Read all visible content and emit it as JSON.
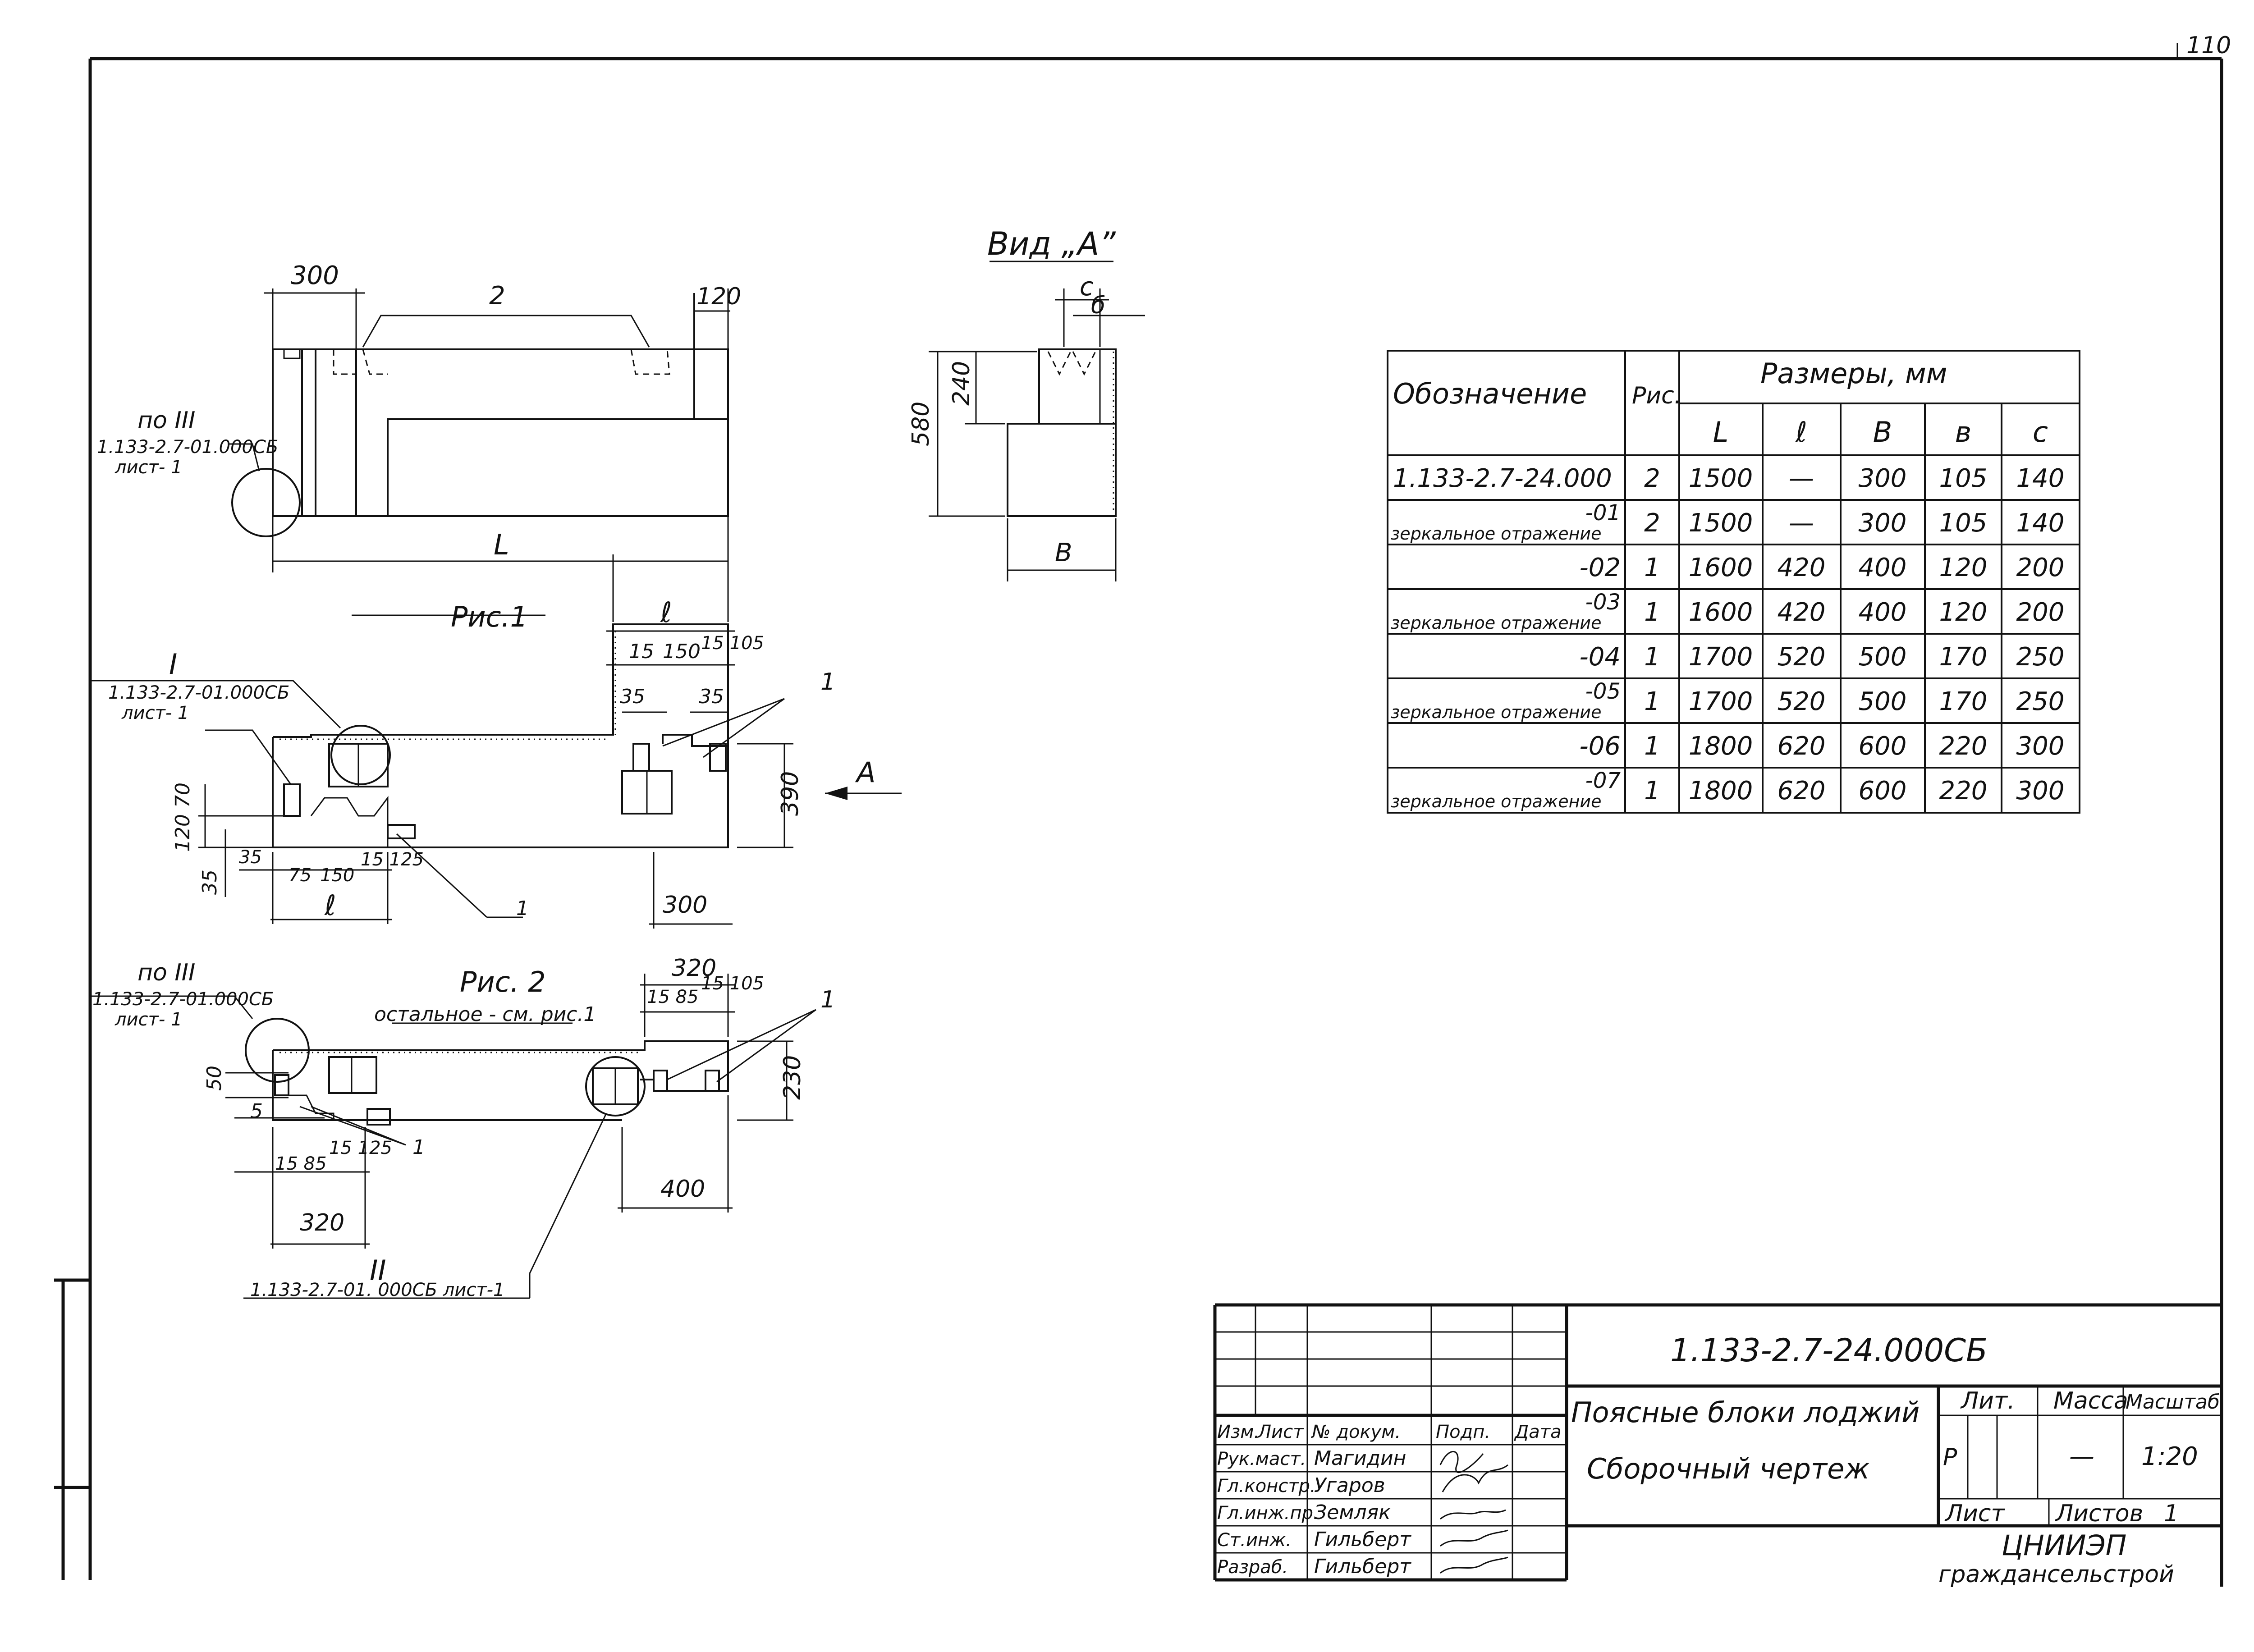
{
  "page_number": "110",
  "view_a": {
    "title": "Вид „А”",
    "dim_c": "с",
    "dim_b": "б",
    "dim_height": "580",
    "dim_top": "240",
    "dim_width": "В"
  },
  "top_view": {
    "dim_300": "300",
    "label_2": "2",
    "dim_120": "120",
    "ref": "по III",
    "ref_doc": "1.133-2.7-01.000СБ",
    "ref_sheet": "лист- 1",
    "dim_L": "L"
  },
  "fig1": {
    "title": "Рис.1",
    "node_I": "I",
    "ref_doc": "1.133-2.7-01.000СБ",
    "ref_sheet": "лист- 1",
    "label_1": "1",
    "dim_l_top": "ℓ",
    "dim_15": "15",
    "dim_150": "150",
    "dim_15_105": "15\n105",
    "dim_35a": "35",
    "dim_35b": "35",
    "dim_12070": "120 70",
    "dim_35c": "35",
    "dim_35d": "35",
    "dim_75": "75",
    "dim_150b": "150",
    "dim_15_125": "15\n125",
    "dim_l_bottom": "ℓ",
    "dim_390": "390",
    "dim_300": "300",
    "arrow_A": "А"
  },
  "fig2": {
    "title": "Рис. 2",
    "subtitle": "остальное - см. рис.1",
    "ref": "по III",
    "ref_doc": "1.133-2.7-01.000СБ",
    "ref_sheet": "лист- 1",
    "dim_320_top": "320",
    "dim_15_85": "15 85",
    "dim_15_105": "15\n105",
    "label_1": "1",
    "dim_50": "50",
    "dim_5": "5",
    "dim_15_85b": "15 85",
    "dim_15_125": "15\n125",
    "dim_320_bottom": "320",
    "dim_400": "400",
    "dim_230": "230",
    "node_II": "II",
    "bottom_ref": "1.133-2.7-01. 000СБ  лист-1"
  },
  "table": {
    "col_designation": "Обозначение",
    "col_fig": "Рис.",
    "col_sizes": "Размеры, мм",
    "sub_headers": [
      "L",
      "ℓ",
      "В",
      "в",
      "с"
    ],
    "rows": [
      {
        "designation": "1.133-2.7-24.000",
        "note": "",
        "fig": "2",
        "L": "1500",
        "l": "—",
        "B": "300",
        "b": "105",
        "c": "140"
      },
      {
        "designation": "-01",
        "note": "зеркальное отражение",
        "fig": "2",
        "L": "1500",
        "l": "—",
        "B": "300",
        "b": "105",
        "c": "140"
      },
      {
        "designation": "-02",
        "note": "",
        "fig": "1",
        "L": "1600",
        "l": "420",
        "B": "400",
        "b": "120",
        "c": "200"
      },
      {
        "designation": "-03",
        "note": "зеркальное отражение",
        "fig": "1",
        "L": "1600",
        "l": "420",
        "B": "400",
        "b": "120",
        "c": "200"
      },
      {
        "designation": "-04",
        "note": "",
        "fig": "1",
        "L": "1700",
        "l": "520",
        "B": "500",
        "b": "170",
        "c": "250"
      },
      {
        "designation": "-05",
        "note": "зеркальное отражение",
        "fig": "1",
        "L": "1700",
        "l": "520",
        "B": "500",
        "b": "170",
        "c": "250"
      },
      {
        "designation": "-06",
        "note": "",
        "fig": "1",
        "L": "1800",
        "l": "620",
        "B": "600",
        "b": "220",
        "c": "300"
      },
      {
        "designation": "-07",
        "note": "зеркальное отражение",
        "fig": "1",
        "L": "1800",
        "l": "620",
        "B": "600",
        "b": "220",
        "c": "300"
      }
    ]
  },
  "title_block": {
    "doc_number": "1.133-2.7-24.000СБ",
    "name_line1": "Поясные блоки лоджий",
    "name_line2": "Сборочный чертеж",
    "hdr_izm": "Изм.",
    "hdr_list": "Лист",
    "hdr_doc": "№ докум.",
    "hdr_sign": "Подп.",
    "hdr_date": "Дата",
    "roles": [
      {
        "role": "Рук.маст.",
        "name": "Магидин"
      },
      {
        "role": "Гл.констр.",
        "name": "Угаров"
      },
      {
        "role": "Гл.инж.пр.",
        "name": "Земляк"
      },
      {
        "role": "Ст.инж.",
        "name": "Гильберт"
      },
      {
        "role": "Разраб.",
        "name": "Гильберт"
      }
    ],
    "lit_label": "Лит.",
    "mass_label": "Масса",
    "scale_label": "Масштаб",
    "lit_value": "Р",
    "mass_value": "—",
    "scale_value": "1:20",
    "sheet_label": "Лист",
    "sheets_label": "Листов",
    "sheets_value": "1",
    "org_line1": "ЦНИИЭП",
    "org_line2": "граждансельстрой"
  }
}
